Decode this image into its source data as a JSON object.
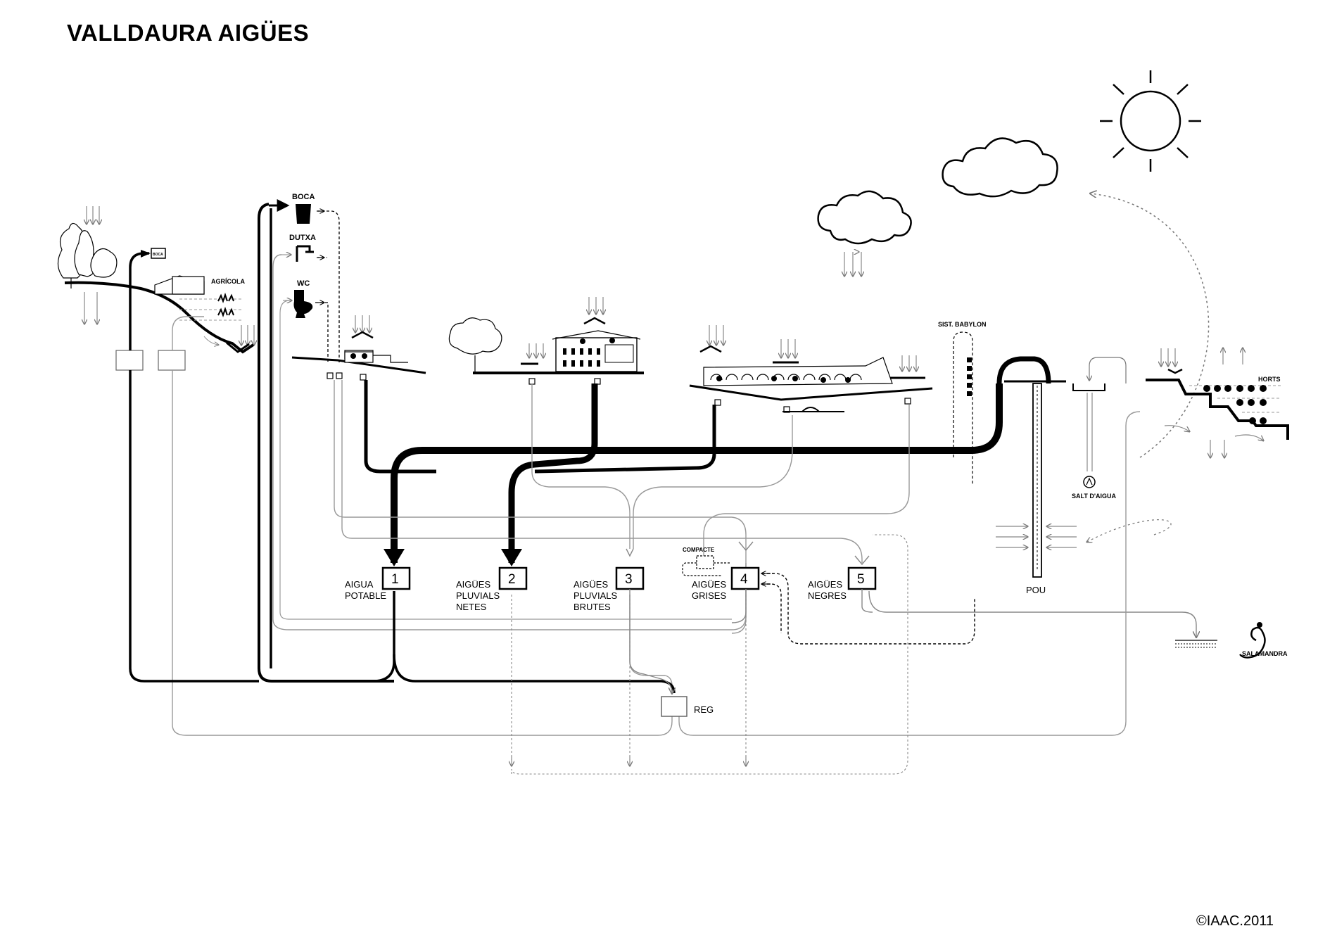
{
  "title": "VALLDAURA AIGÜES",
  "copyright": "©IAAC.2011",
  "uses": {
    "boca": "BOCA",
    "dutxa": "DUTXA",
    "wc": "WC",
    "boca_small": "BOCA"
  },
  "places": {
    "agricola": "AGRÍCOLA",
    "babylon": "SIST. BABYLON",
    "horts": "HORTS",
    "salt": "SALT D'AIGUA",
    "salamandra": "SALAMANDRA",
    "pou": "POU",
    "reg": "REG",
    "compacte": "COMPACTE"
  },
  "tanks": [
    {
      "number": "1",
      "line1": "AIGUA",
      "line2": "POTABLE",
      "line3": ""
    },
    {
      "number": "2",
      "line1": "AIGÜES",
      "line2": "PLUVIALS",
      "line3": "NETES"
    },
    {
      "number": "3",
      "line1": "AIGÜES",
      "line2": "PLUVIALS",
      "line3": "BRUTES"
    },
    {
      "number": "4",
      "line1": "AIGÜES",
      "line2": "GRISES",
      "line3": ""
    },
    {
      "number": "5",
      "line1": "AIGÜES",
      "line2": "NEGRES",
      "line3": ""
    }
  ]
}
